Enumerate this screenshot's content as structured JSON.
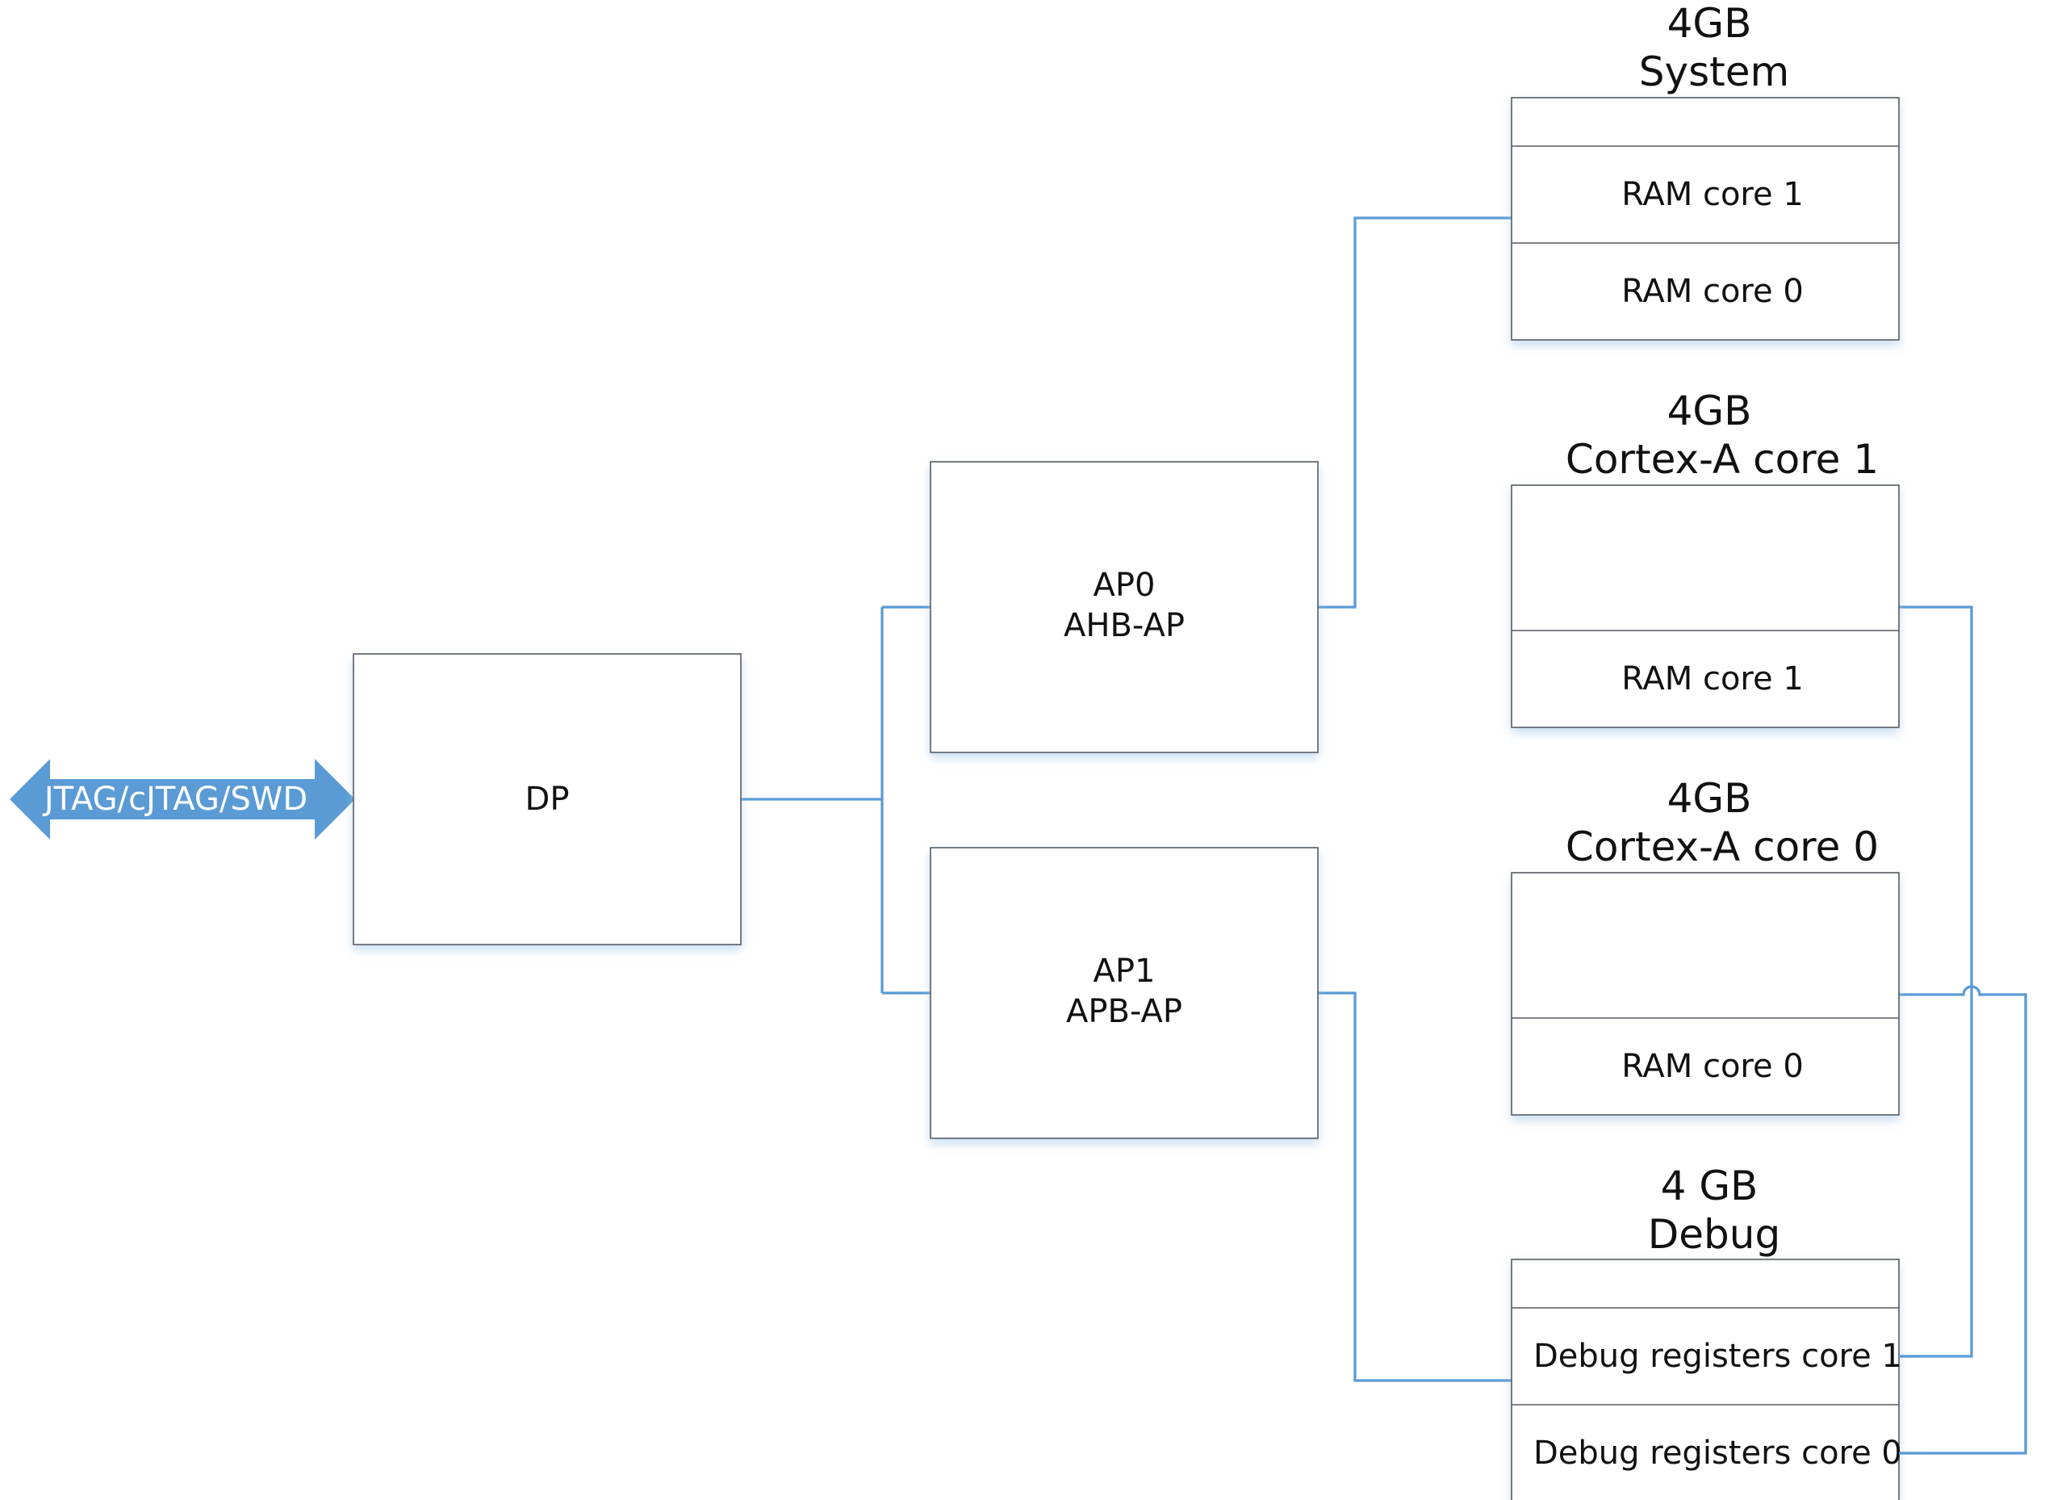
{
  "diagram": {
    "arrow_label": "JTAG/cJTAG/SWD",
    "dp_label": "DP",
    "ap0": {
      "line1": "AP0",
      "line2": "AHB-AP"
    },
    "ap1": {
      "line1": "AP1",
      "line2": "APB-AP"
    },
    "system": {
      "title1": "4GB",
      "title2": "System",
      "row1": "RAM core 1",
      "row2": "RAM core 0"
    },
    "cortex1": {
      "title1": "4GB",
      "title2": "Cortex-A core 1",
      "row1": "RAM core 1"
    },
    "cortex0": {
      "title1": "4GB",
      "title2": "Cortex-A core 0",
      "row1": "RAM core 0"
    },
    "debug": {
      "title1": "4 GB",
      "title2": "Debug",
      "row1": "Debug registers core 1",
      "row2": "Debug registers core 0"
    },
    "colors": {
      "wire": "#5b9bd5",
      "arrow": "#5b9bd5",
      "border": "#555a60"
    }
  }
}
